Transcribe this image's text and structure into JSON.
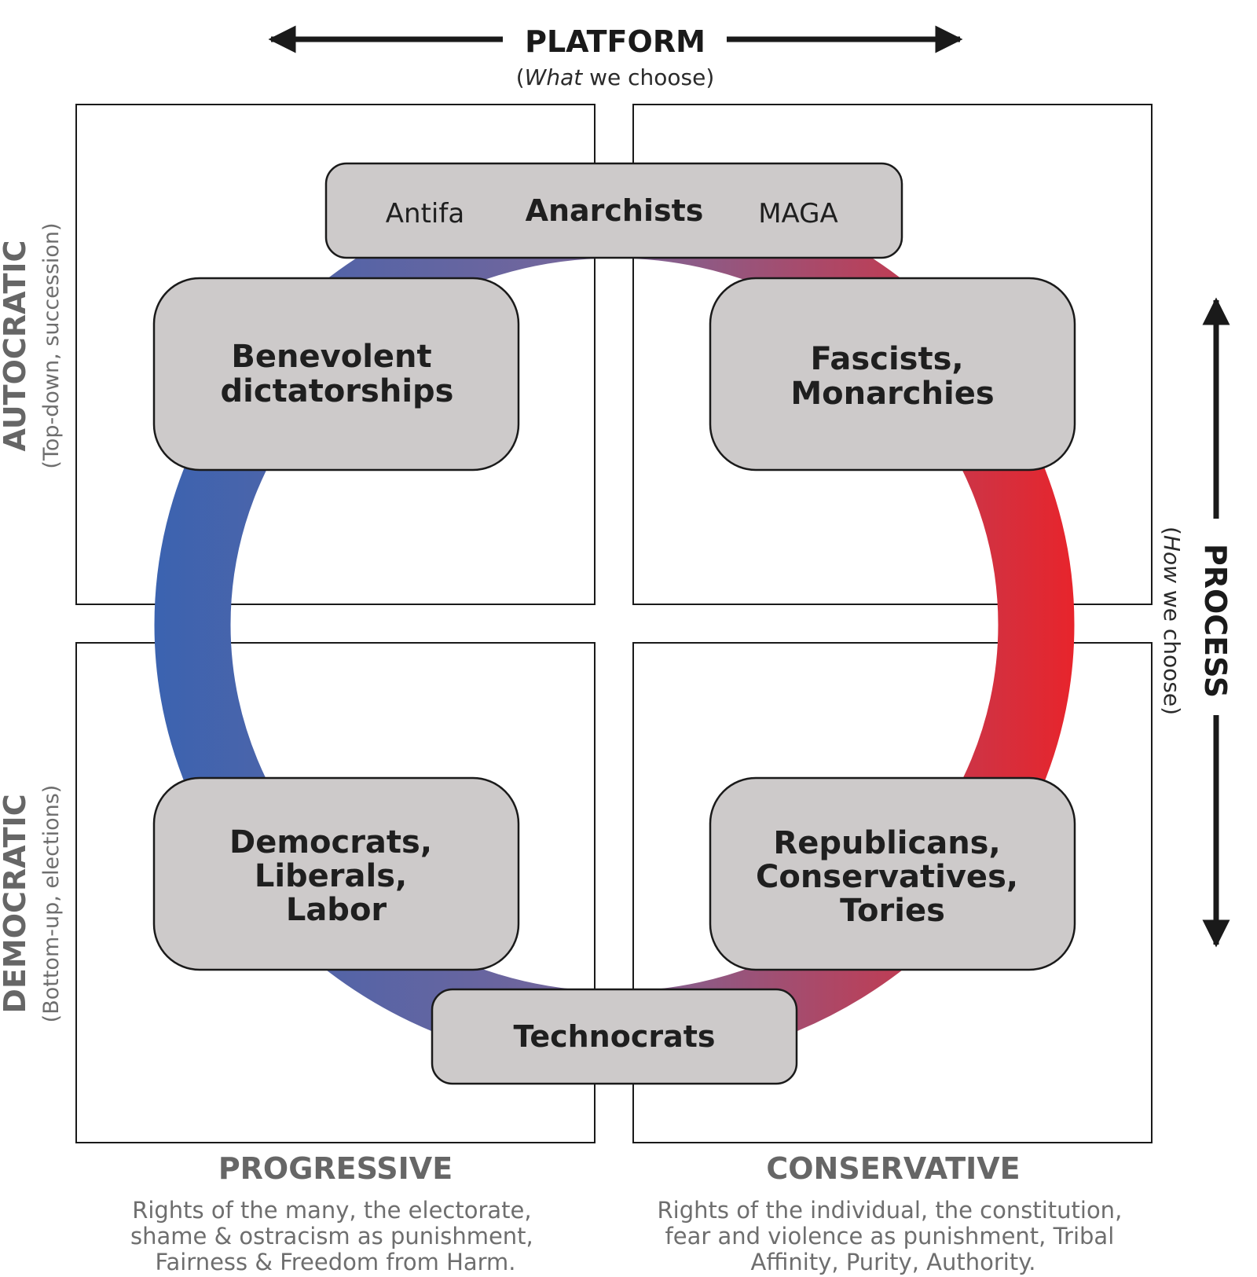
{
  "platform": {
    "title": "PLATFORM",
    "sub_pre": "(",
    "sub_em": "What",
    "sub_post": " we choose)"
  },
  "process": {
    "title": "PROCESS",
    "sub_pre": "(",
    "sub_em": "How",
    "sub_post": " we choose)"
  },
  "autocratic": {
    "title": "AUTOCRATIC",
    "sub": "(Top-down, succession)"
  },
  "democratic": {
    "title": "DEMOCRATIC",
    "sub": "(Bottom-up, elections)"
  },
  "progressive": {
    "title": "PROGRESSIVE",
    "lines": [
      "Rights of the many, the electorate,",
      "shame & ostracism as punishment,",
      "Fairness & Freedom from Harm."
    ]
  },
  "conservative": {
    "title": "CONSERVATIVE",
    "lines": [
      "Rights of the individual, the constitution,",
      "fear and violence as punishment, Tribal",
      "Affinity, Purity, Authority."
    ]
  },
  "nodes": {
    "top": {
      "left": "Antifa",
      "center": "Anarchists",
      "right": "MAGA"
    },
    "benevolent": {
      "lines": [
        "Benevolent",
        "dictatorships"
      ]
    },
    "fascists": {
      "lines": [
        "Fascists,",
        "Monarchies"
      ]
    },
    "democrats": {
      "lines": [
        "Democrats,",
        "Liberals,",
        "Labor"
      ]
    },
    "republicans": {
      "lines": [
        "Republicans,",
        "Conservatives,",
        "Tories"
      ]
    },
    "technocrats": {
      "label": "Technocrats"
    }
  },
  "colors": {
    "left_blue": "#3b63b0",
    "mid_purple": "#7a6699",
    "right_red": "#e8242b",
    "box_fill": "#cdcaca",
    "stroke": "#1a1a1a"
  }
}
